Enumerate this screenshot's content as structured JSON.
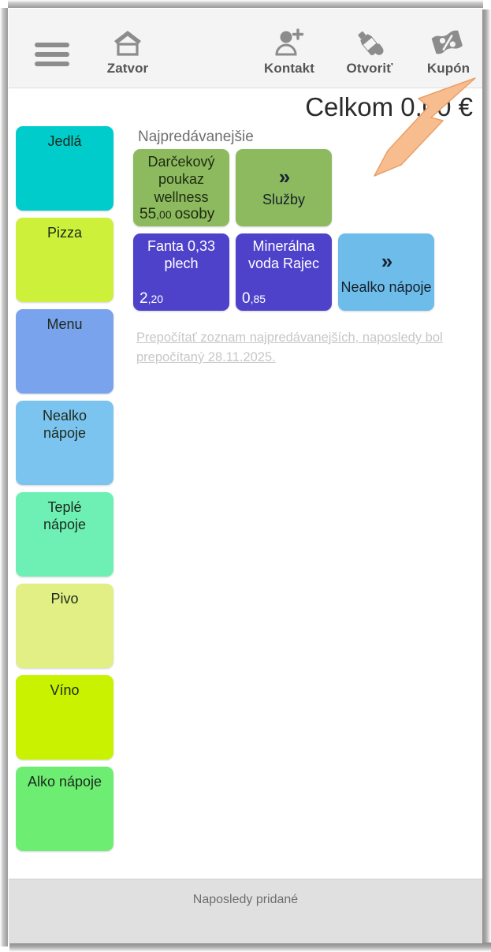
{
  "toolbar": {
    "menu_icon": "hamburger-icon",
    "buttons": [
      {
        "label": "Zatvor",
        "icon": "home-icon"
      },
      {
        "label": "Kontakt",
        "icon": "add-person-icon"
      },
      {
        "label": "Otvoriť",
        "icon": "bottle-drop-icon"
      },
      {
        "label": "Kupón",
        "icon": "coupon-percent-icon"
      }
    ]
  },
  "total": {
    "text": "Celkom 0,00 €",
    "label": "Celkom",
    "amount": "0,00 €"
  },
  "categories": [
    {
      "label": "Jedlá",
      "color": "#00cccc"
    },
    {
      "label": "Pizza",
      "color": "#cdf03a"
    },
    {
      "label": "Menu",
      "color": "#7aa3ee"
    },
    {
      "label": "Nealko\nnápoje",
      "color": "#7cc4f0"
    },
    {
      "label": "Teplé\nnápoje",
      "color": "#6ef0b4"
    },
    {
      "label": "Pivo",
      "color": "#e2ef84"
    },
    {
      "label": "Víno",
      "color": "#c8f200"
    },
    {
      "label": "Alko nápoje",
      "color": "#6ded72"
    }
  ],
  "products": {
    "heading": "Najpredávanejšie",
    "rows": [
      [
        {
          "kind": "product",
          "name": "Darčekový poukaz wellness",
          "price_int": "55",
          "price_dec": ",00",
          "unit": "osoby",
          "style": "green"
        },
        {
          "kind": "folder",
          "name": "Služby",
          "chevron": "»",
          "style": "green"
        }
      ],
      [
        {
          "kind": "product",
          "name": "Fanta 0,33 plech",
          "price_int": "2",
          "price_dec": ",20",
          "unit": "",
          "style": "purple"
        },
        {
          "kind": "product",
          "name": "Minerálna voda Rajec",
          "price_int": "0",
          "price_dec": ",85",
          "unit": "",
          "style": "purple"
        },
        {
          "kind": "folder",
          "name": "Nealko nápoje",
          "chevron": "»",
          "style": "blue"
        }
      ]
    ],
    "recalc_link": "Prepočítať zoznam najpredávanejších, naposledy bol prepočítaný 28.11.2025."
  },
  "bottom": {
    "label": "Naposledy pridané"
  },
  "annotation": {
    "arrow_color": "#f6b27f",
    "arrow_target": "Kupón"
  }
}
